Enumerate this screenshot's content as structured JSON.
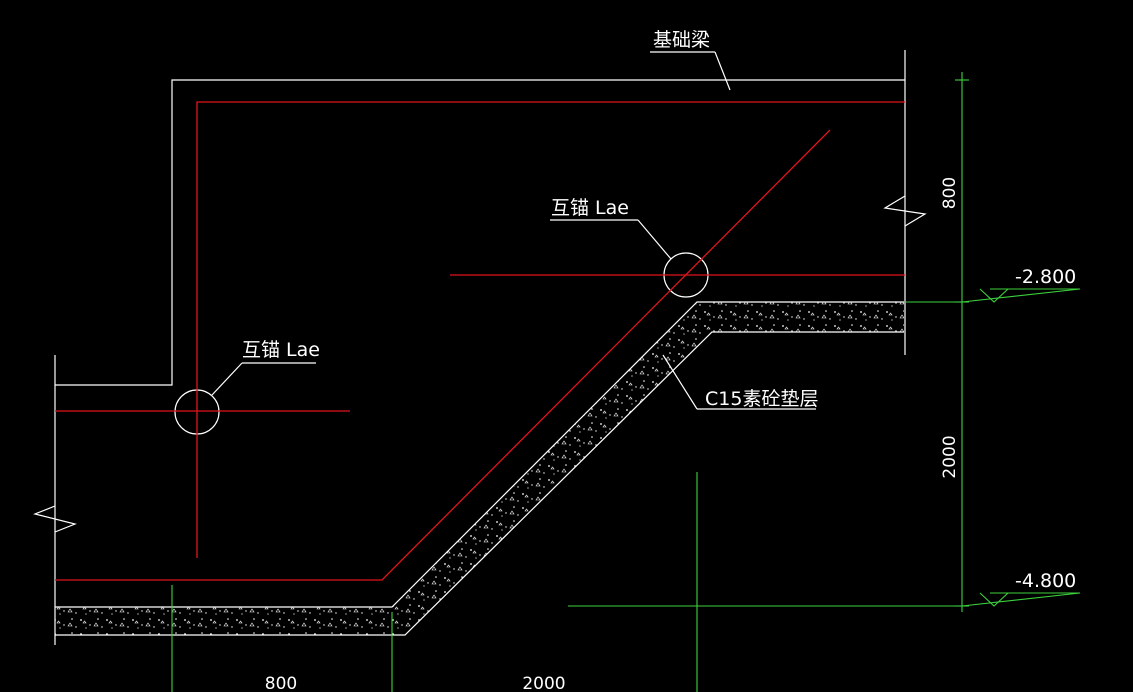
{
  "labels": {
    "foundation_beam": "基础梁",
    "anchor_upper": "互锚 Lae",
    "anchor_left": "互锚 Lae",
    "cushion": "C15素砼垫层"
  },
  "elevations": {
    "upper": "-2.800",
    "lower": "-4.800"
  },
  "dimensions": {
    "vertical_top": "800",
    "vertical_bottom": "2000",
    "horizontal_left": "800",
    "horizontal_right": "2000"
  },
  "colors": {
    "background": "#000000",
    "outline": "#ffffff",
    "rebar": "#e0141e",
    "dimension": "#3cd23c"
  }
}
